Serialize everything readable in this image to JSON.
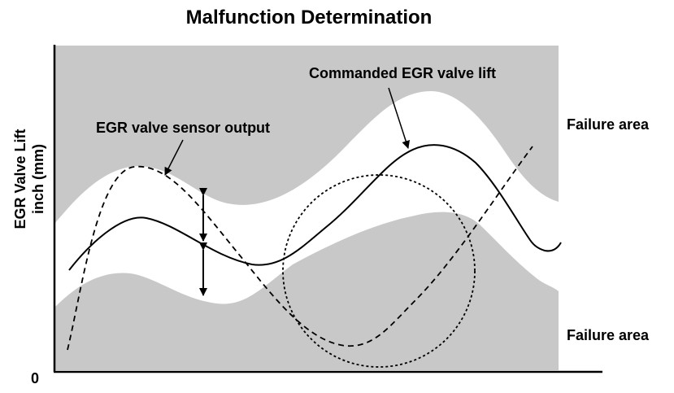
{
  "title": "Malfunction Determination",
  "y_axis": {
    "line1": "EGR Valve Lift",
    "line2": "inch (mm)",
    "origin_label": "0"
  },
  "labels": {
    "commanded": "Commanded EGR valve lift",
    "sensor": "EGR valve sensor output",
    "failure_upper": "Failure area",
    "failure_lower": "Failure area"
  },
  "colors": {
    "failure_fill": "#c8c8c8",
    "line": "#000000",
    "background": "#ffffff"
  }
}
